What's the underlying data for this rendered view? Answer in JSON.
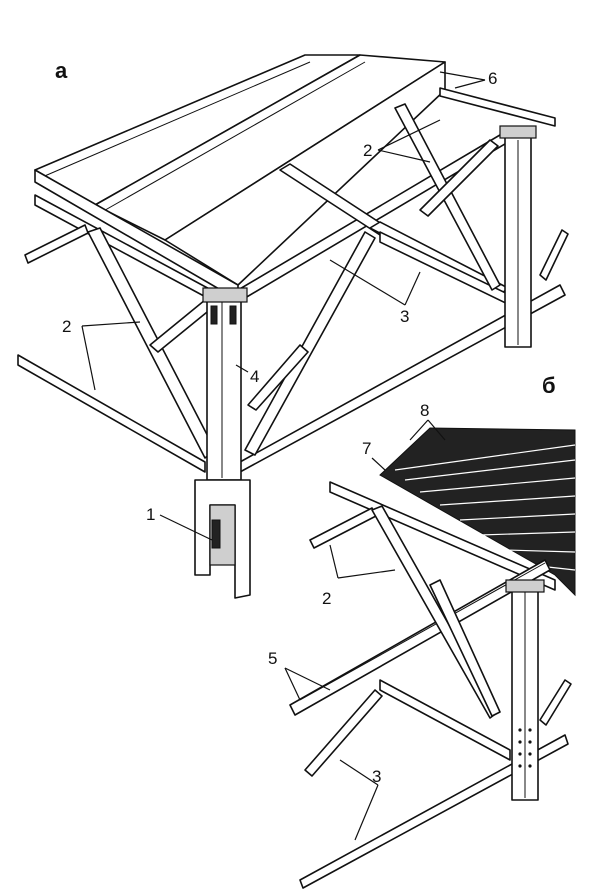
{
  "figure": {
    "panel_a": "а",
    "panel_b": "б",
    "callouts": [
      "1",
      "2",
      "2",
      "2",
      "3",
      "3",
      "4",
      "5",
      "6",
      "7",
      "8"
    ]
  }
}
